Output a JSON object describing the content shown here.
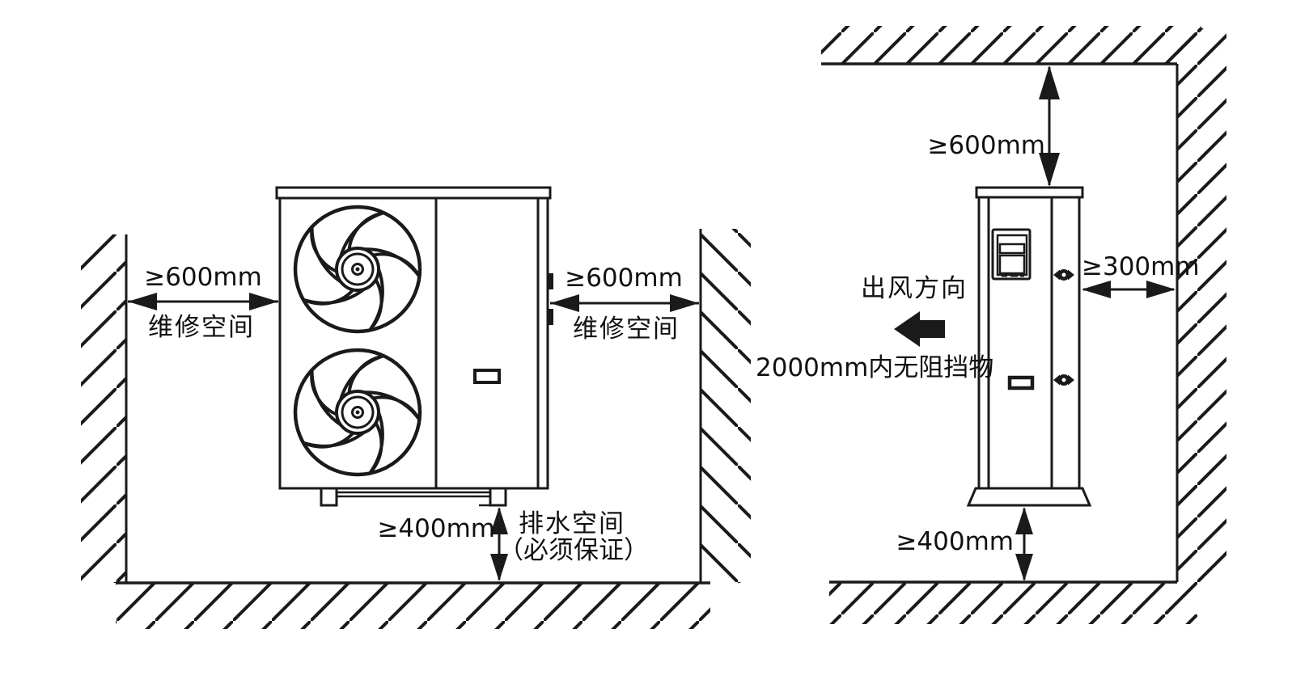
{
  "diagram": {
    "front_view": {
      "left_clearance": "≥600mm",
      "left_clearance_label": "维修空间",
      "right_clearance": "≥600mm",
      "right_clearance_label": "维修空间",
      "drain_clearance": "≥400mm",
      "drain_space_label": "排水空间",
      "drain_space_note": "（必须保证）"
    },
    "side_view": {
      "top_clearance": "≥600mm",
      "side_clearance": "≥300mm",
      "bottom_clearance": "≥400mm",
      "air_outlet_label": "出风方向",
      "obstruction_note": "2000mm内无阻挡物"
    },
    "colors": {
      "line": "#1a1a1a",
      "background": "#ffffff"
    }
  }
}
